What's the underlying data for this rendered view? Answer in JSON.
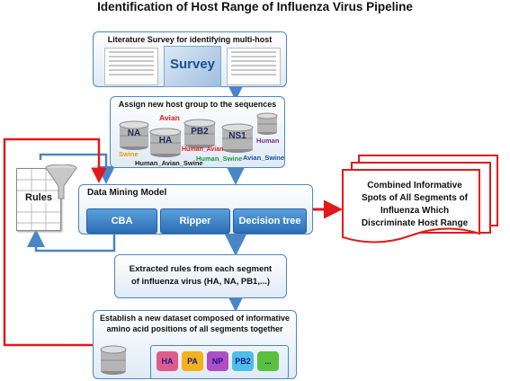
{
  "title": "Identification of Host Range of Influenza Virus Pipeline",
  "survey_step": {
    "title": "Literature Survey for identifying multi-host sequences",
    "image_word": "Survey"
  },
  "assign_step": {
    "title": "Assign new host group to the sequences",
    "segments": [
      "NA",
      "HA",
      "PB2",
      "NS1",
      ""
    ],
    "host_labels": {
      "avian": "Avian",
      "swine": "Swine",
      "human_avian_swine": "Human_Avian_Swine",
      "human_avian": "Human_Avian",
      "human_swine": "Human_Swine",
      "human": "Human",
      "avian_swine": "Avian_Swine"
    }
  },
  "rules_label": "Rules",
  "mining_step": {
    "title": "Data Mining Model",
    "buttons": [
      "CBA",
      "Ripper",
      "Decision tree"
    ]
  },
  "result": {
    "lines": [
      "Combined Informative",
      "Spots of All Segments of",
      "Influenza Which",
      "Discriminate Host Range"
    ]
  },
  "extract_step": {
    "line1": "Extracted rules from each segment",
    "line2": "of influenza virus (HA, NA, PB1,...)"
  },
  "dataset_step": {
    "line1": "Establish a new dataset composed of informative",
    "line2": "amino acid positions of all segments together",
    "puzzle": [
      "HA",
      "PA",
      "NP",
      "PB2",
      "..."
    ]
  },
  "colors": {
    "blue_arrow": "#4a86c5",
    "red_arrow": "#e01a1a",
    "puzzle": [
      "#e05b8c",
      "#f2b21b",
      "#b04fc4",
      "#4cc0e8",
      "#5bbf3f"
    ]
  }
}
